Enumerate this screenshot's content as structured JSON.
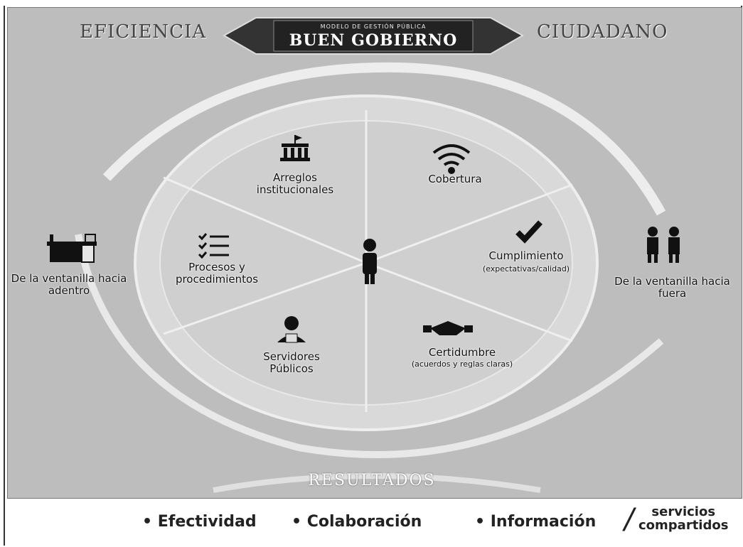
{
  "header": {
    "left": "EFICIENCIA",
    "right": "CIUDADANO",
    "banner_subtitle": "MODELO DE GESTIÓN PÚBLICA",
    "banner_title": "BUEN GOBIERNO"
  },
  "sectors": {
    "arreglos": "Arreglos institucionales",
    "cobertura": "Cobertura",
    "procesos": "Procesos y procedimientos",
    "cumplimiento": "Cumplimiento",
    "cumplimiento_sub": "(expectativas/calidad)",
    "servidores": "Servidores Públicos",
    "certidumbre": "Certidumbre",
    "certidumbre_sub": "(acuerdos y reglas claras)"
  },
  "sides": {
    "left": "De la ventanilla hacia adentro",
    "right": "De la ventanilla hacia fuera"
  },
  "results": {
    "title": "RESULTADOS",
    "items": [
      "• Efectividad",
      "• Colaboración",
      "• Información"
    ],
    "slash": "/",
    "shared_top": "servicios",
    "shared_bottom": "compartidos"
  },
  "colors": {
    "background": "#bdbdbd",
    "ellipse": "#e6e6e6",
    "banner": "#333333"
  },
  "icons": [
    "building-icon",
    "wifi-icon",
    "checklist-icon",
    "checkmark-icon",
    "person-icon",
    "server-person-icon",
    "handshake-icon",
    "desk-icon",
    "people-icon"
  ]
}
